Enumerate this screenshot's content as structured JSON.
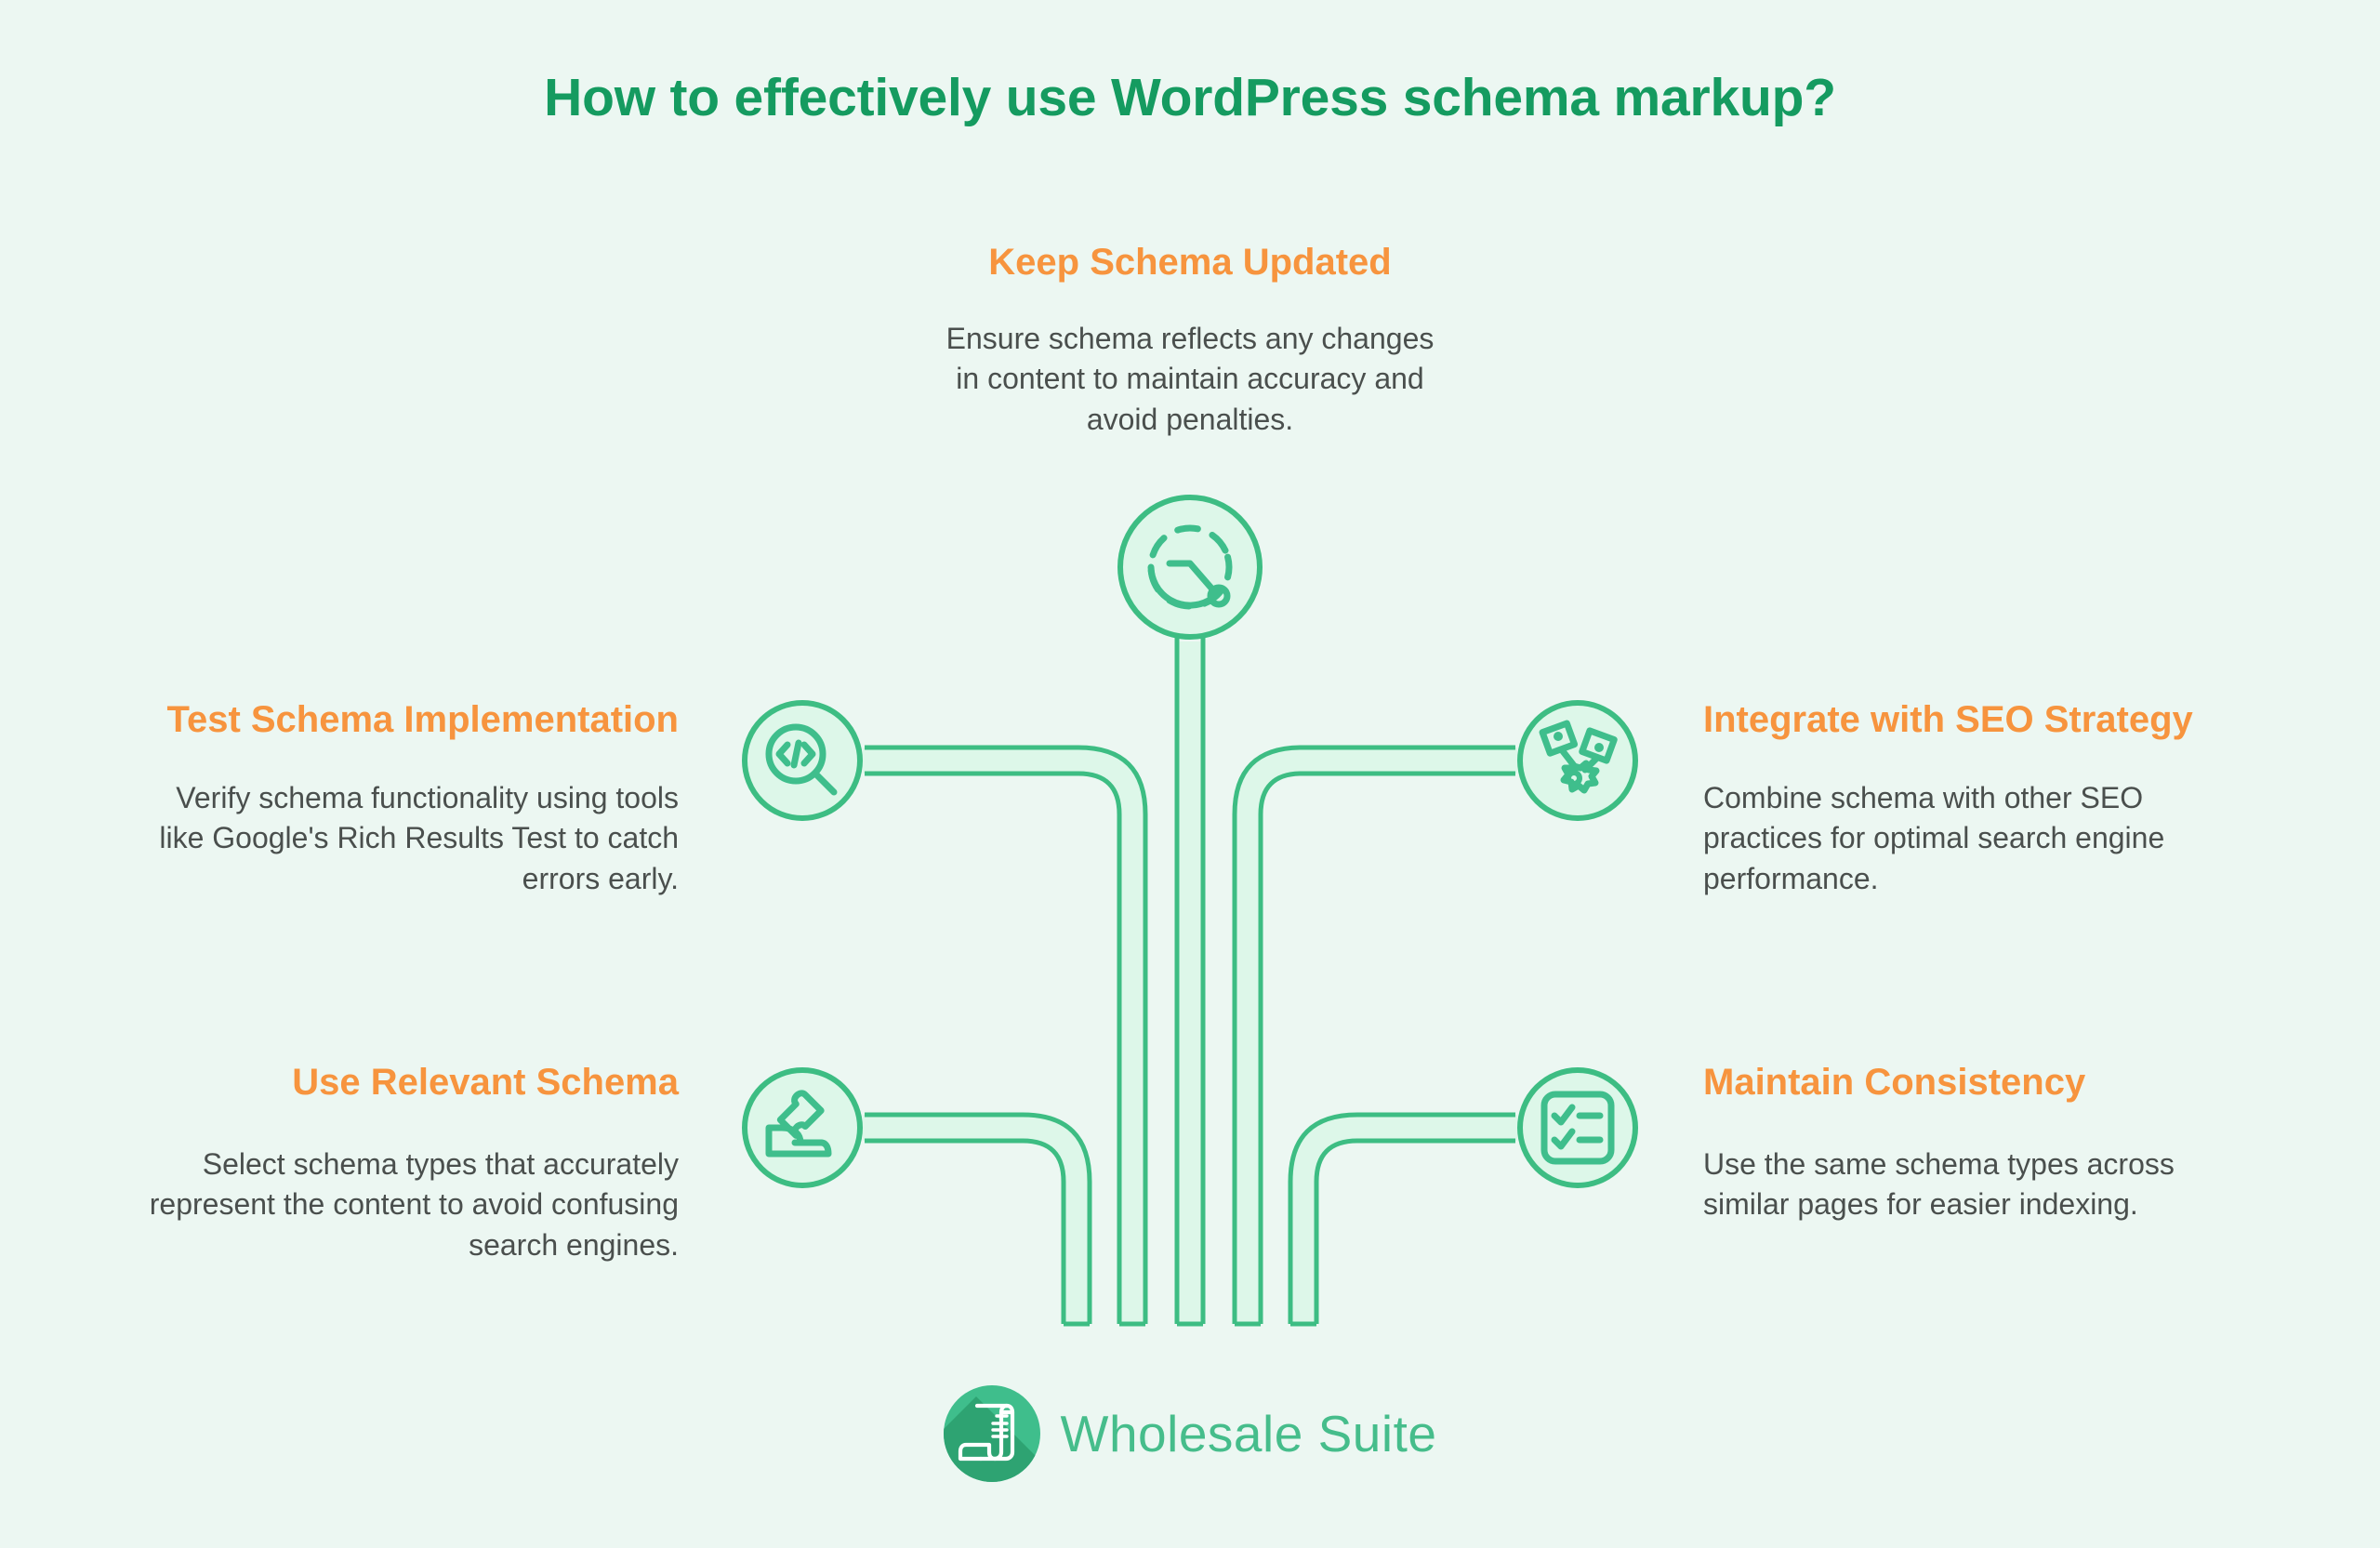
{
  "page": {
    "title": "How to effectively use WordPress schema markup?",
    "background_color": "#ecf7f2",
    "title_color": "#159b60",
    "heading_color": "#f7943e",
    "body_color": "#4a4f4d",
    "pipe_color": "#3dbd83",
    "pipe_fill": "#ddf7e9"
  },
  "blocks": {
    "top": {
      "icon": "update-clock-icon",
      "title": "Keep Schema Updated",
      "body": "Ensure schema reflects any changes in content to maintain accuracy and avoid penalties."
    },
    "left_top": {
      "icon": "code-search-icon",
      "title": "Test Schema Implementation",
      "body": "Verify schema functionality using tools like Google's Rich Results Test to catch errors early."
    },
    "left_bottom": {
      "icon": "puzzle-piece-icon",
      "title": "Use Relevant Schema",
      "body": "Select schema types that accurately represent the content to avoid confusing search engines."
    },
    "right_top": {
      "icon": "seo-tags-gear-icon",
      "title": "Integrate with SEO Strategy",
      "body": "Combine schema with other SEO practices for optimal search engine performance."
    },
    "right_bottom": {
      "icon": "checklist-icon",
      "title": "Maintain Consistency",
      "body": "Use the same schema types across similar pages for easier indexing."
    }
  },
  "footer": {
    "logo_icon": "scroll-document-icon",
    "brand": "Wholesale Suite",
    "brand_color": "#46bd8b",
    "mark_color": "#3fbe8c"
  }
}
